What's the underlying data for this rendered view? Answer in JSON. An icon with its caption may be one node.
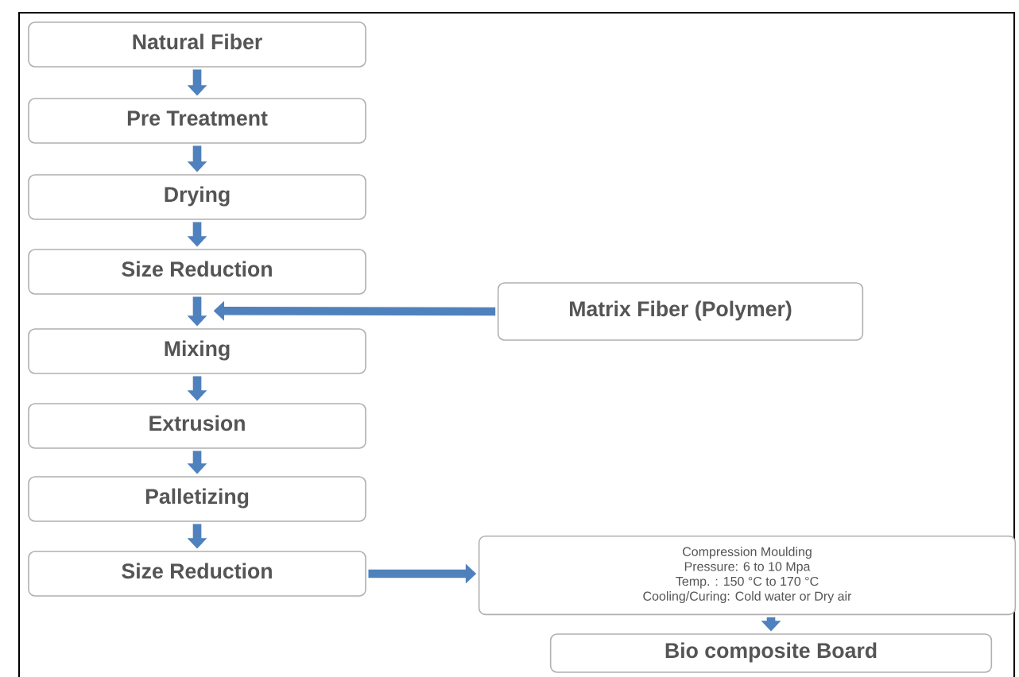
{
  "diagram": {
    "nodes": [
      {
        "text": [
          "Natural Fiber"
        ]
      },
      {
        "text": [
          "Pre Treatment"
        ]
      },
      {
        "text": [
          "Drying"
        ]
      },
      {
        "text": [
          "Size Reduction"
        ]
      },
      {
        "text": [
          "Mixing"
        ]
      },
      {
        "text": [
          "Extrusion"
        ]
      },
      {
        "text": [
          "Palletizing"
        ]
      },
      {
        "text": [
          "Size Reduction"
        ]
      },
      {
        "text": [
          "Matrix Fiber (Polymer)"
        ]
      },
      {
        "text": [
          "Compression Moulding",
          "Pressure: 6 to 10 Mpa",
          "Temp. : 150 °C to 170 °C",
          "Cooling/Curing: Cold water or Dry air"
        ]
      },
      {
        "text": [
          "Bio composite Board"
        ]
      }
    ],
    "edges": [
      {
        "from": 0,
        "to": 1,
        "arrow": "to"
      },
      {
        "from": 1,
        "to": 2,
        "arrow": "to"
      },
      {
        "from": 2,
        "to": 3,
        "arrow": "to"
      },
      {
        "from": 3,
        "to": 4,
        "arrow": "to"
      },
      {
        "from": 4,
        "to": 5,
        "arrow": "to"
      },
      {
        "from": 5,
        "to": 6,
        "arrow": "to"
      },
      {
        "from": 6,
        "to": 7,
        "arrow": "to"
      },
      {
        "from": 8,
        "to": 4,
        "arrow": "to"
      },
      {
        "from": 7,
        "to": 9,
        "arrow": "to"
      },
      {
        "from": 9,
        "to": 10,
        "arrow": "to"
      }
    ]
  }
}
